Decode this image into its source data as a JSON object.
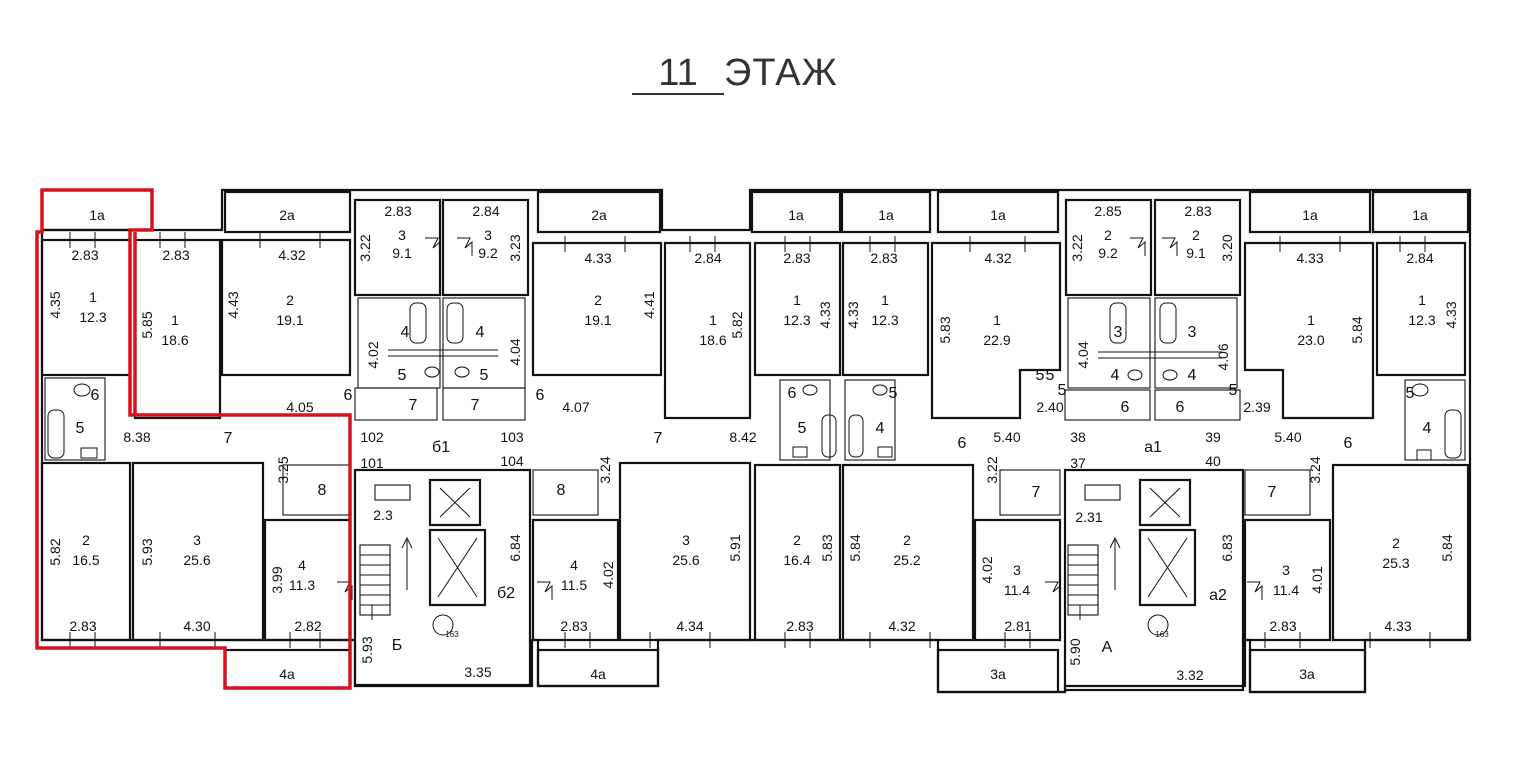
{
  "title": {
    "number": "11",
    "label": "ЭТАЖ"
  },
  "colors": {
    "highlight": "#d7121f",
    "wall": "#111111",
    "stair_number": "#c8102e"
  },
  "balconies": [
    {
      "label": "1a"
    },
    {
      "label": "2a"
    },
    {
      "label": "2a"
    },
    {
      "label": "1a"
    },
    {
      "label": "1a"
    },
    {
      "label": "1a"
    },
    {
      "label": "1a"
    },
    {
      "label": "1a"
    },
    {
      "label": "4a"
    },
    {
      "label": "4a"
    },
    {
      "label": "3a"
    },
    {
      "label": "3a"
    }
  ],
  "rooms": [
    {
      "num": "1",
      "area": "12.3"
    },
    {
      "num": "1",
      "area": "18.6"
    },
    {
      "num": "2",
      "area": "19.1"
    },
    {
      "num": "3",
      "area": "9.1"
    },
    {
      "num": "3",
      "area": "9.2"
    },
    {
      "num": "2",
      "area": "19.1"
    },
    {
      "num": "1",
      "area": "18.6"
    },
    {
      "num": "1",
      "area": "12.3"
    },
    {
      "num": "1",
      "area": "12.3"
    },
    {
      "num": "1",
      "area": "22.9"
    },
    {
      "num": "2",
      "area": "9.2"
    },
    {
      "num": "2",
      "area": "9.1"
    },
    {
      "num": "1",
      "area": "23.0"
    },
    {
      "num": "1",
      "area": "12.3"
    },
    {
      "num": "2",
      "area": "16.5"
    },
    {
      "num": "3",
      "area": "25.6"
    },
    {
      "num": "4",
      "area": "11.3"
    },
    {
      "num": "4",
      "area": "11.5"
    },
    {
      "num": "3",
      "area": "25.6"
    },
    {
      "num": "2",
      "area": "16.4"
    },
    {
      "num": "2",
      "area": "25.2"
    },
    {
      "num": "3",
      "area": "11.4"
    },
    {
      "num": "3",
      "area": "11.4"
    },
    {
      "num": "2",
      "area": "25.3"
    }
  ],
  "dimensions": [
    "2.83",
    "2.83",
    "4.32",
    "2.83",
    "2.84",
    "4.33",
    "2.84",
    "2.83",
    "2.83",
    "4.32",
    "2.85",
    "2.83",
    "4.33",
    "2.84",
    "4.35",
    "5.85",
    "4.43",
    "3.22",
    "3.23",
    "4.41",
    "5.82",
    "4.33",
    "4.33",
    "5.83",
    "3.22",
    "3.20",
    "5.84",
    "4.33",
    "4.02",
    "4.04",
    "4.05",
    "4.07",
    "8.38",
    "8.42",
    "3.25",
    "3.24",
    "3.22",
    "3.24",
    "5.82",
    "5.93",
    "3.99",
    "6.84",
    "4.02",
    "5.91",
    "5.83",
    "5.84",
    "4.02",
    "6.83",
    "4.01",
    "5.84",
    "2.83",
    "4.30",
    "2.82",
    "2.83",
    "4.34",
    "2.83",
    "4.32",
    "2.81",
    "2.83",
    "4.33",
    "5.40",
    "5.40",
    "2.3",
    "2.31",
    "5.93",
    "3.35",
    "5.90",
    "3.32",
    "2.40",
    "2.39",
    "4.04",
    "4.06"
  ],
  "zones": [
    "4",
    "4",
    "5",
    "5",
    "6",
    "6",
    "7",
    "7",
    "6",
    "5",
    "5",
    "6",
    "5",
    "4",
    "6",
    "5",
    "3",
    "3",
    "4",
    "4",
    "5",
    "5",
    "6",
    "6",
    "5",
    "4",
    "5",
    "7",
    "7",
    "8",
    "8",
    "7",
    "7",
    "6",
    "6"
  ],
  "core_labels": [
    "б1",
    "б2",
    "Б",
    "а1",
    "а2",
    "А"
  ],
  "stair_numbers": [
    "102",
    "101",
    "103",
    "104",
    "38",
    "37",
    "39",
    "40"
  ],
  "lift_text": [
    "163",
    "163"
  ]
}
